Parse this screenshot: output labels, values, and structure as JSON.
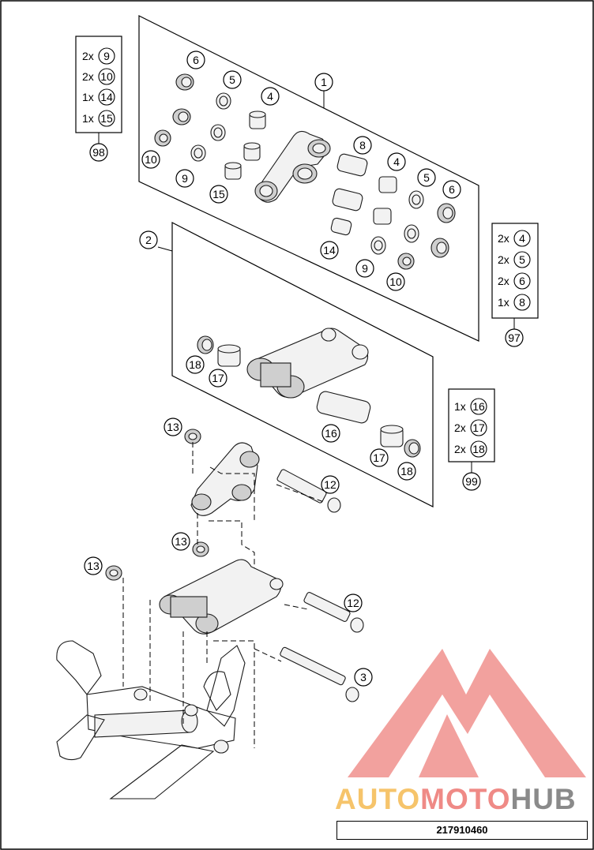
{
  "callouts": {
    "c1": "1",
    "c2": "2",
    "c3": "3",
    "c4a": "4",
    "c4b": "4",
    "c5a": "5",
    "c5b": "5",
    "c6a": "6",
    "c6b": "6",
    "c8": "8",
    "c9a": "9",
    "c9b": "9",
    "c10a": "10",
    "c10b": "10",
    "c12a": "12",
    "c12b": "12",
    "c13a": "13",
    "c13b": "13",
    "c13c": "13",
    "c14": "14",
    "c15": "15",
    "c16": "16",
    "c17a": "17",
    "c17b": "17",
    "c18a": "18",
    "c18b": "18"
  },
  "kits": {
    "k98": {
      "ref": "98",
      "rows": [
        {
          "qty": "2x",
          "part": "9"
        },
        {
          "qty": "2x",
          "part": "10"
        },
        {
          "qty": "1x",
          "part": "14"
        },
        {
          "qty": "1x",
          "part": "15"
        }
      ]
    },
    "k97": {
      "ref": "97",
      "rows": [
        {
          "qty": "2x",
          "part": "4"
        },
        {
          "qty": "2x",
          "part": "5"
        },
        {
          "qty": "2x",
          "part": "6"
        },
        {
          "qty": "1x",
          "part": "8"
        }
      ]
    },
    "k99": {
      "ref": "99",
      "rows": [
        {
          "qty": "1x",
          "part": "16"
        },
        {
          "qty": "2x",
          "part": "17"
        },
        {
          "qty": "2x",
          "part": "18"
        }
      ]
    }
  },
  "watermark": {
    "auto": "AUTO",
    "moto": "MOTO",
    "hub": "HUB"
  },
  "diagram_code": "217910460",
  "colors": {
    "watermark_red": "#ef8a86",
    "watermark_orange": "#f6c46b",
    "watermark_gray": "#8a8a8a"
  }
}
